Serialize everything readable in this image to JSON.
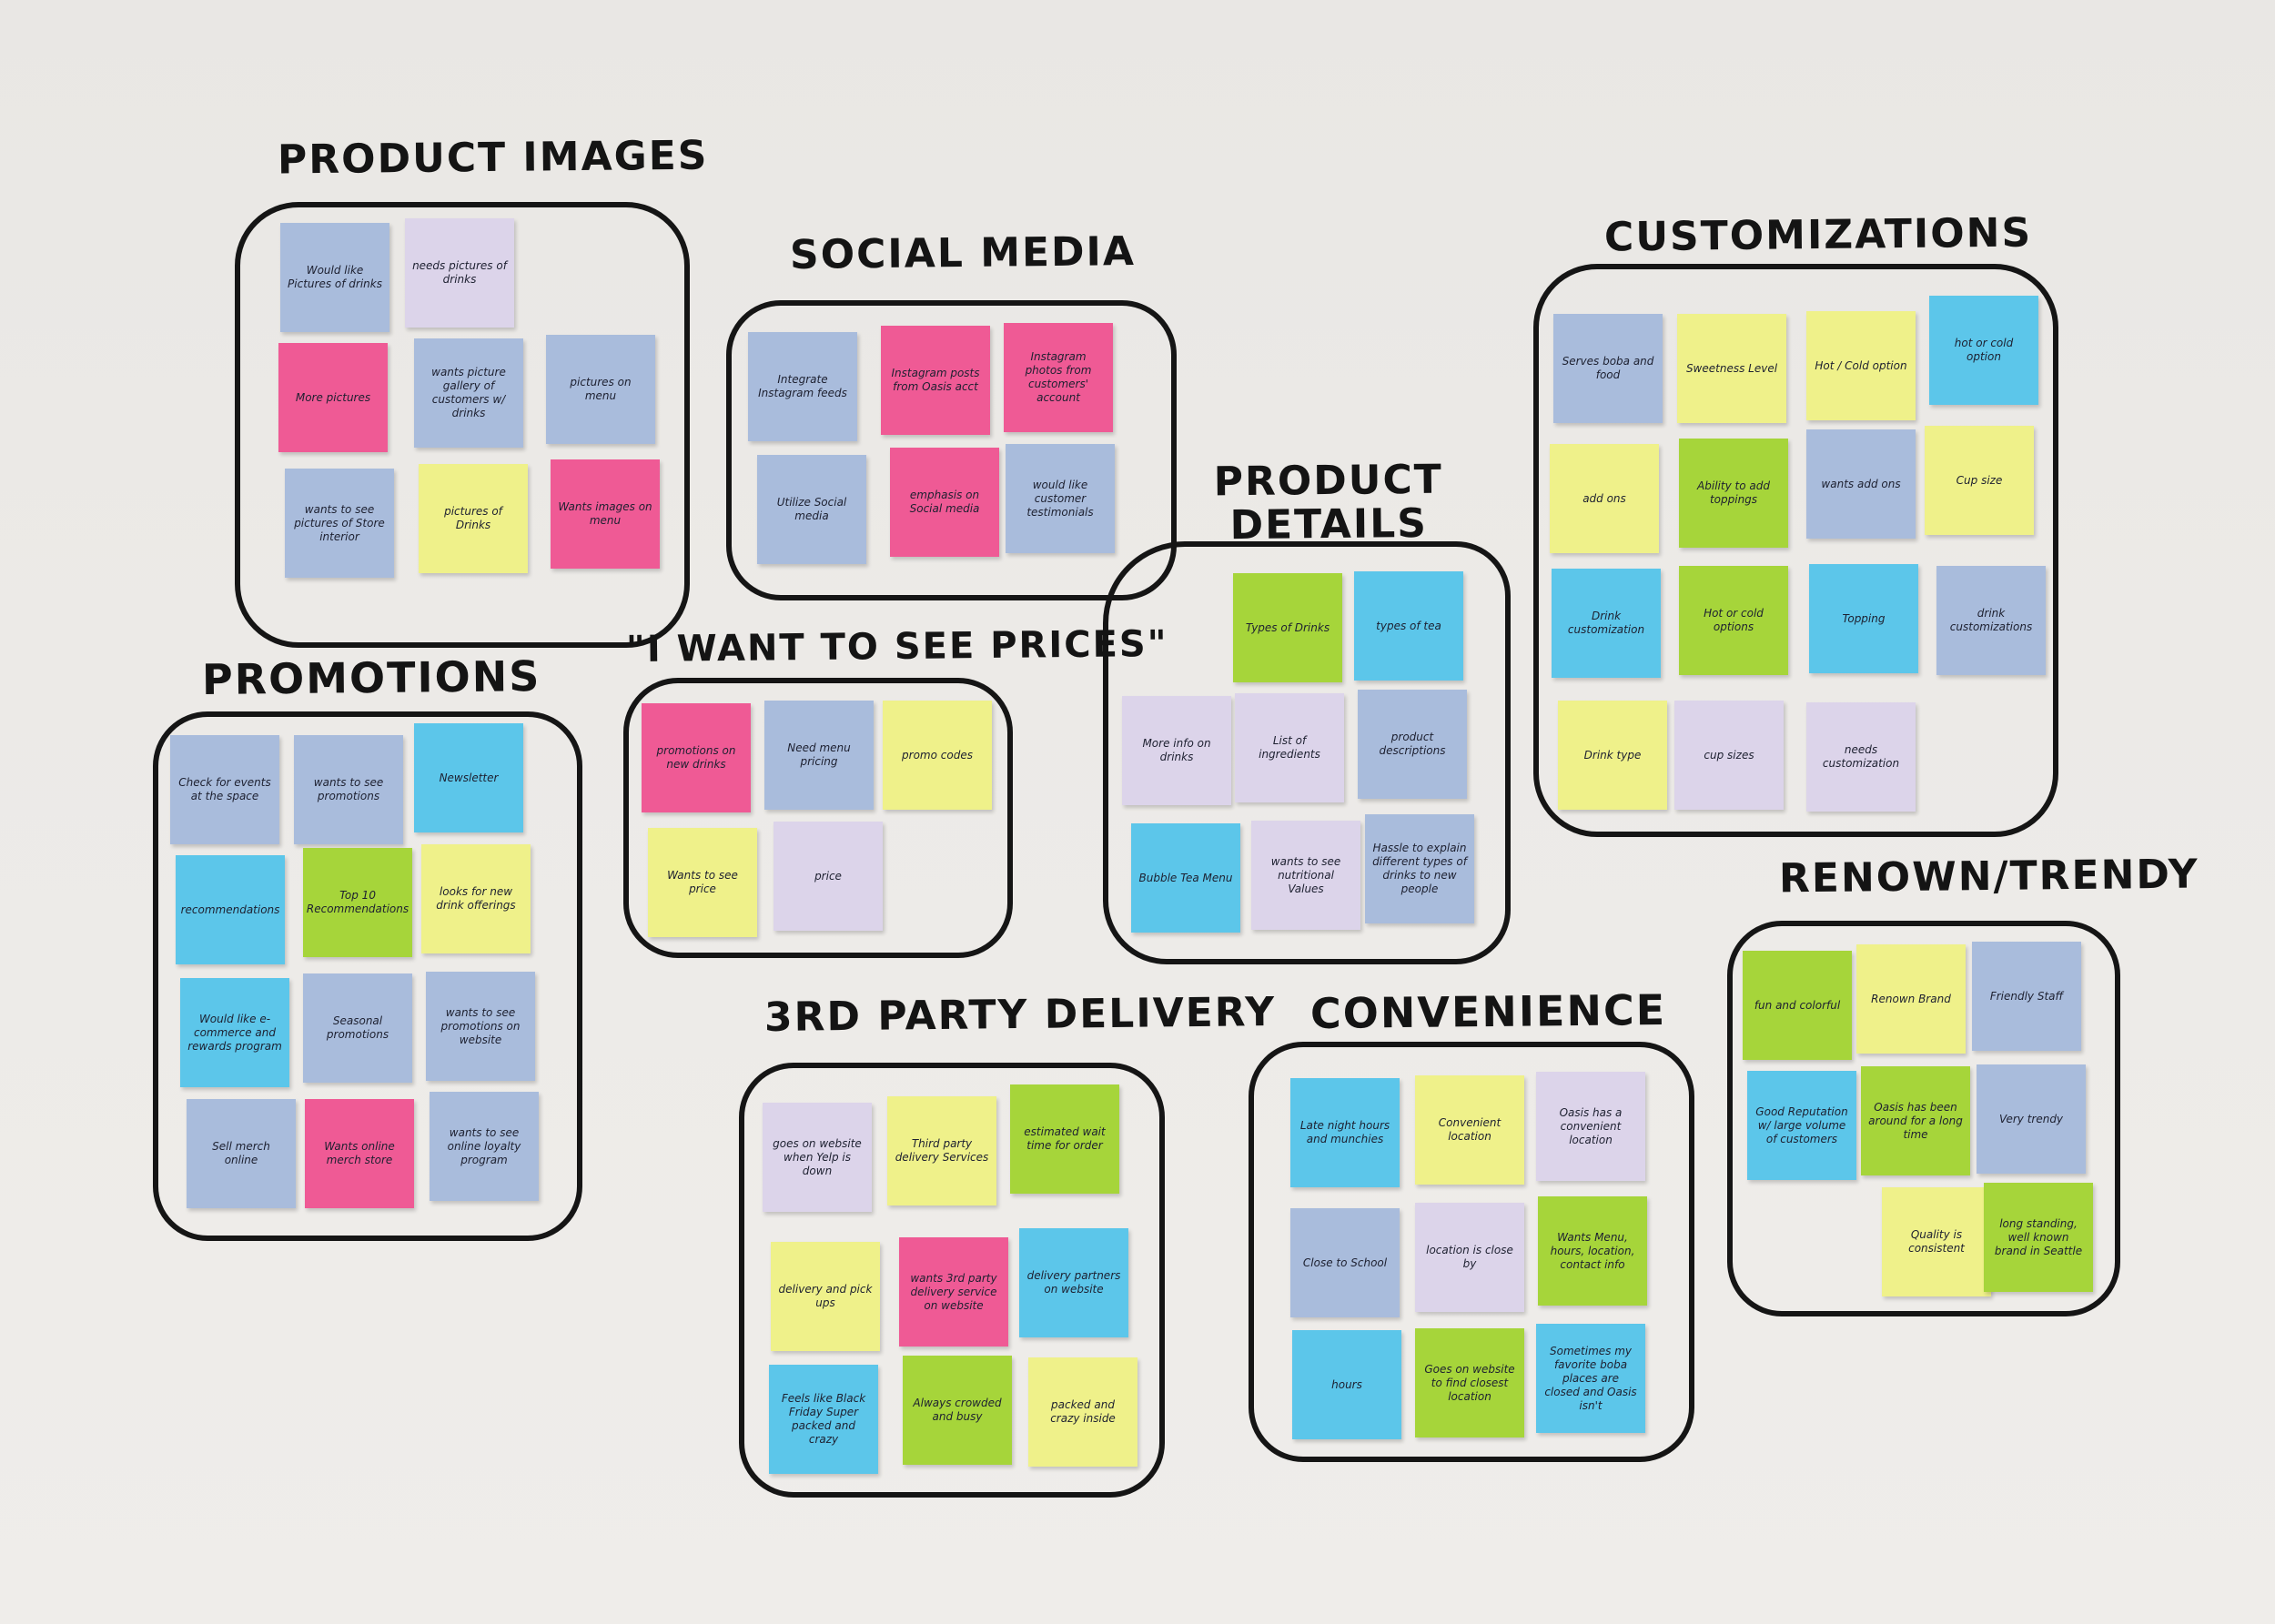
{
  "groups": [
    {
      "heading": "PRODUCT IMAGES",
      "notes": [
        {
          "text": "Would like Pictures of drinks",
          "color": "#a9bcdc"
        },
        {
          "text": "needs pictures of drinks",
          "color": "#dcd4ea"
        },
        {
          "text": "More pictures",
          "color": "#ef5a95"
        },
        {
          "text": "wants picture gallery of customers w/ drinks",
          "color": "#a9bcdc"
        },
        {
          "text": "pictures on menu",
          "color": "#a9bcdc"
        },
        {
          "text": "wants to see pictures of Store interior",
          "color": "#a9bcdc"
        },
        {
          "text": "pictures of Drinks",
          "color": "#eff18a"
        },
        {
          "text": "Wants images on menu",
          "color": "#ef5a95"
        }
      ]
    },
    {
      "heading": "SOCIAL MEDIA",
      "notes": [
        {
          "text": "Integrate Instagram feeds",
          "color": "#a9bcdc"
        },
        {
          "text": "Instagram posts from Oasis acct",
          "color": "#ef5a95"
        },
        {
          "text": "Instagram photos from customers' account",
          "color": "#ef5a95"
        },
        {
          "text": "Utilize Social media",
          "color": "#a9bcdc"
        },
        {
          "text": "emphasis on Social media",
          "color": "#ef5a95"
        },
        {
          "text": "would like customer testimonials",
          "color": "#a9bcdc"
        }
      ]
    },
    {
      "heading": "CUSTOMIZATIONS",
      "notes": [
        {
          "text": "Serves boba and food",
          "color": "#a9bcdc"
        },
        {
          "text": "Sweetness Level",
          "color": "#eff18a"
        },
        {
          "text": "Hot / Cold option",
          "color": "#eff18a"
        },
        {
          "text": "hot or cold option",
          "color": "#5cc6ea"
        },
        {
          "text": "add ons",
          "color": "#eff18a"
        },
        {
          "text": "Ability to add toppings",
          "color": "#a6d53a"
        },
        {
          "text": "wants add ons",
          "color": "#a9bcdc"
        },
        {
          "text": "Cup size",
          "color": "#eff18a"
        },
        {
          "text": "Drink customization",
          "color": "#5cc6ea"
        },
        {
          "text": "Hot or cold options",
          "color": "#a6d53a"
        },
        {
          "text": "Topping",
          "color": "#5cc6ea"
        },
        {
          "text": "drink customizations",
          "color": "#a9bcdc"
        },
        {
          "text": "Drink type",
          "color": "#eff18a"
        },
        {
          "text": "cup sizes",
          "color": "#dcd4ea"
        },
        {
          "text": "needs customization",
          "color": "#dcd4ea"
        }
      ]
    },
    {
      "heading": "PRODUCT DETAILS",
      "notes": [
        {
          "text": "Types of Drinks",
          "color": "#a6d53a"
        },
        {
          "text": "types of tea",
          "color": "#5cc6ea"
        },
        {
          "text": "More info on drinks",
          "color": "#dcd4ea"
        },
        {
          "text": "List of ingredients",
          "color": "#dcd4ea"
        },
        {
          "text": "product descriptions",
          "color": "#a9bcdc"
        },
        {
          "text": "Bubble Tea Menu",
          "color": "#5cc6ea"
        },
        {
          "text": "wants to see nutritional Values",
          "color": "#dcd4ea"
        },
        {
          "text": "Hassle to explain different types of drinks to new people",
          "color": "#a9bcdc"
        }
      ]
    },
    {
      "heading": "PROMOTIONS",
      "notes": [
        {
          "text": "Check for events at the space",
          "color": "#a9bcdc"
        },
        {
          "text": "wants to see promotions",
          "color": "#a9bcdc"
        },
        {
          "text": "Newsletter",
          "color": "#5cc6ea"
        },
        {
          "text": "recommendations",
          "color": "#5cc6ea"
        },
        {
          "text": "Top 10 Recommendations",
          "color": "#a6d53a"
        },
        {
          "text": "looks for new drink offerings",
          "color": "#eff18a"
        },
        {
          "text": "Would like e-commerce and rewards program",
          "color": "#5cc6ea"
        },
        {
          "text": "Seasonal promotions",
          "color": "#a9bcdc"
        },
        {
          "text": "wants to see promotions on website",
          "color": "#a9bcdc"
        },
        {
          "text": "Sell merch online",
          "color": "#a9bcdc"
        },
        {
          "text": "Wants online merch store",
          "color": "#ef5a95"
        },
        {
          "text": "wants to see online loyalty program",
          "color": "#a9bcdc"
        }
      ]
    },
    {
      "heading": "\"I WANT TO SEE PRICES\"",
      "notes": [
        {
          "text": "promotions on new drinks",
          "color": "#ef5a95"
        },
        {
          "text": "Need menu pricing",
          "color": "#a9bcdc"
        },
        {
          "text": "promo codes",
          "color": "#eff18a"
        },
        {
          "text": "Wants to see price",
          "color": "#eff18a"
        },
        {
          "text": "price",
          "color": "#dcd4ea"
        }
      ]
    },
    {
      "heading": "3RD PARTY DELIVERY",
      "notes": [
        {
          "text": "goes on website when Yelp is down",
          "color": "#dcd4ea"
        },
        {
          "text": "Third party delivery Services",
          "color": "#eff18a"
        },
        {
          "text": "estimated wait time for order",
          "color": "#a6d53a"
        },
        {
          "text": "delivery and pick ups",
          "color": "#eff18a"
        },
        {
          "text": "wants 3rd party delivery service on website",
          "color": "#ef5a95"
        },
        {
          "text": "delivery partners on website",
          "color": "#5cc6ea"
        },
        {
          "text": "Feels like Black Friday Super packed and crazy",
          "color": "#5cc6ea"
        },
        {
          "text": "Always crowded and busy",
          "color": "#a6d53a"
        },
        {
          "text": "packed and crazy inside",
          "color": "#eff18a"
        }
      ]
    },
    {
      "heading": "CONVENIENCE",
      "notes": [
        {
          "text": "Late night hours and munchies",
          "color": "#5cc6ea"
        },
        {
          "text": "Convenient location",
          "color": "#eff18a"
        },
        {
          "text": "Oasis has a convenient location",
          "color": "#dcd4ea"
        },
        {
          "text": "Close to School",
          "color": "#a9bcdc"
        },
        {
          "text": "location is close by",
          "color": "#dcd4ea"
        },
        {
          "text": "Wants Menu, hours, location, contact info",
          "color": "#a6d53a"
        },
        {
          "text": "hours",
          "color": "#5cc6ea"
        },
        {
          "text": "Goes on website to find closest location",
          "color": "#a6d53a"
        },
        {
          "text": "Sometimes my favorite boba places are closed and Oasis isn't",
          "color": "#5cc6ea"
        }
      ]
    },
    {
      "heading": "RENOWN/TRENDY",
      "notes": [
        {
          "text": "fun and colorful",
          "color": "#a6d53a"
        },
        {
          "text": "Renown Brand",
          "color": "#eff18a"
        },
        {
          "text": "Friendly Staff",
          "color": "#a9bcdc"
        },
        {
          "text": "Good Reputation w/ large volume of customers",
          "color": "#5cc6ea"
        },
        {
          "text": "Oasis has been around for a long time",
          "color": "#a6d53a"
        },
        {
          "text": "Very trendy",
          "color": "#a9bcdc"
        },
        {
          "text": "Quality is consistent",
          "color": "#eff18a"
        },
        {
          "text": "long standing, well known brand in Seattle",
          "color": "#a6d53a"
        }
      ]
    }
  ]
}
